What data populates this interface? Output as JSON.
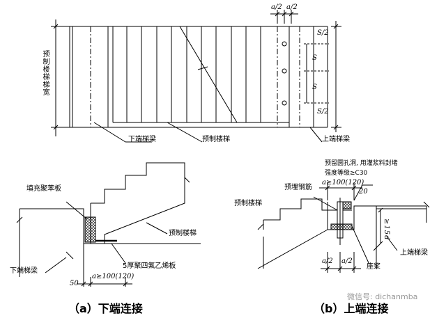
{
  "plan": {
    "dims_top": [
      "a/2",
      "a/2"
    ],
    "dims_right": [
      "S/2",
      "S",
      "S",
      "S/2"
    ],
    "left_label": "预制楼梯梯宽",
    "labels": [
      "下端梯梁",
      "预制楼梯",
      "上端梯梁"
    ]
  },
  "detail_a": {
    "fill_label": "填充聚苯板",
    "stair_label": "预制楼梯",
    "beam_label": "下端梯梁",
    "pad_label": "5厚聚四氟乙烯板",
    "dim_a": "a≥100(120)",
    "dim_50": "50"
  },
  "detail_b": {
    "hole_label_line1": "预留圆孔洞, 用灌浆料封堵",
    "hole_label_line2": "强度等级≥C30",
    "bar_label": "预埋钢筋",
    "stair_label": "预制楼梯",
    "dim_a": "a≥100(120)",
    "dim_20": "20",
    "dim_15d": "≥15d",
    "beam_label": "上端梯梁",
    "mortar_label": "座浆",
    "dims_bottom": [
      "a/2",
      "a/2"
    ]
  },
  "captions": {
    "a": "（a）下端连接",
    "b": "（b）上端连接"
  },
  "watermark": "微信号: dichanmba"
}
